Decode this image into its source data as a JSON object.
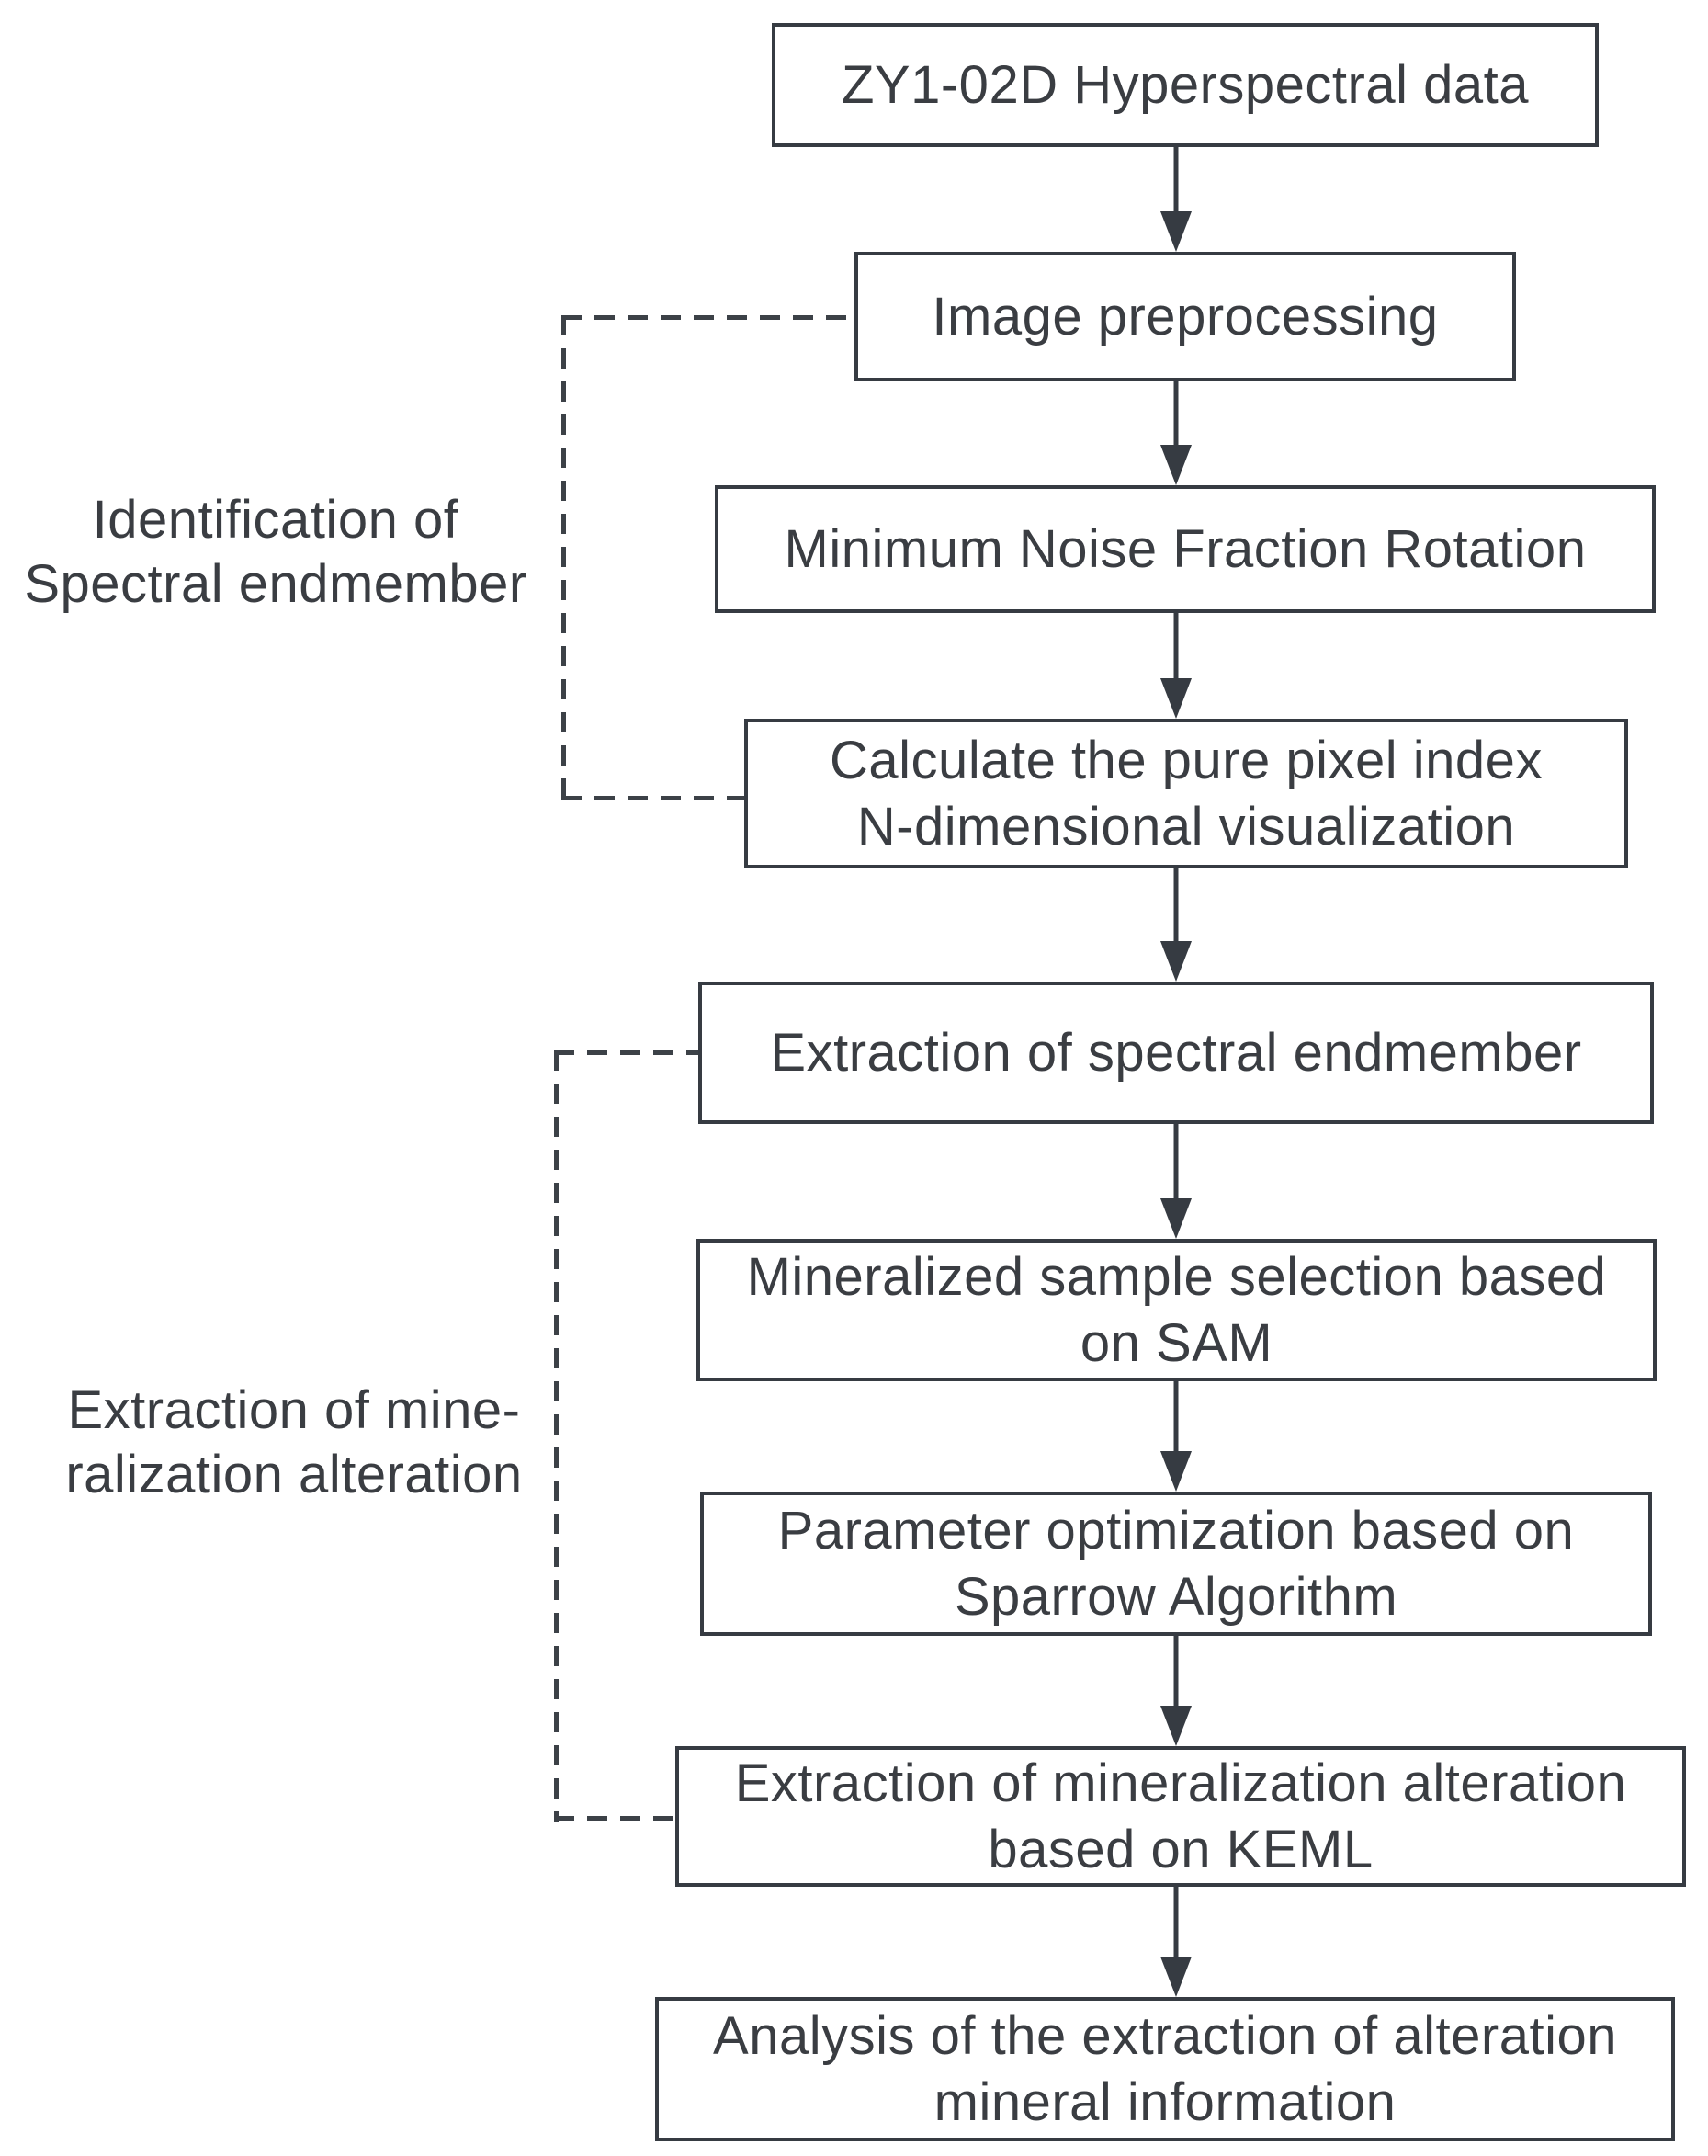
{
  "figure": {
    "type": "flowchart",
    "background_color": "#ffffff",
    "stroke_color": "#363b42",
    "text_color": "#3a3d42",
    "dash_color": "#3c4147"
  },
  "flow": {
    "boxes": [
      {
        "id": "hyperspectral-data",
        "label": "ZY1-02D Hyperspectral data"
      },
      {
        "id": "image-preprocessing",
        "label": "Image preprocessing"
      },
      {
        "id": "mnf-rotation",
        "label": "Minimum Noise Fraction Rotation"
      },
      {
        "id": "pure-pixel-index",
        "label": "Calculate the pure pixel index\nN-dimensional visualization"
      },
      {
        "id": "endmember-extraction",
        "label": "Extraction of spectral endmember"
      },
      {
        "id": "sam-sample-selection",
        "label": "Mineralized sample selection based\non SAM"
      },
      {
        "id": "sparrow-optimization",
        "label": "Parameter optimization based on\nSparrow Algorithm"
      },
      {
        "id": "keml-extraction",
        "label": "Extraction of mineralization alteration\nbased on KEML"
      },
      {
        "id": "alteration-analysis",
        "label": "Analysis of the extraction of alteration\nmineral information"
      }
    ]
  },
  "side_labels": [
    {
      "id": "identification-of-spectral-endmember",
      "text": "Identification of\nSpectral endmember"
    },
    {
      "id": "extraction-of-mineralization-alteration",
      "text": "Extraction of mine-\nralization alteration"
    }
  ]
}
